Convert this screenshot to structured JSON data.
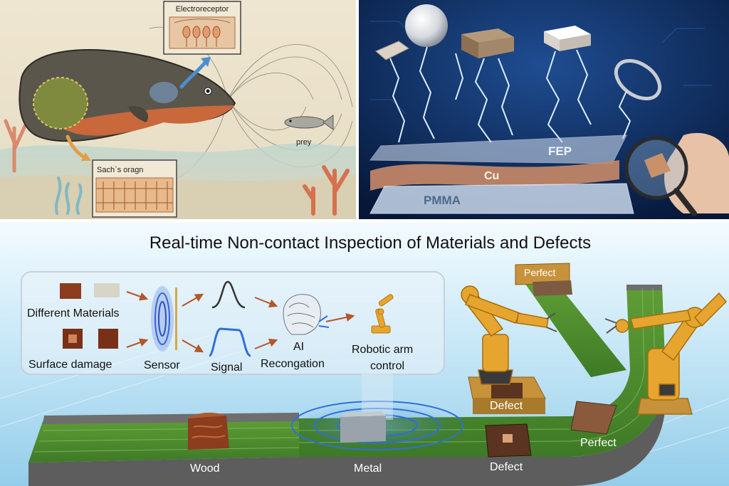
{
  "eel_panel": {
    "electroreceptor_label": "Electroreceptor",
    "prey_label": "prey",
    "organ_label": "Sach`s oragn"
  },
  "teng_panel": {
    "layer_top": "FEP",
    "layer_middle": "Cu",
    "layer_bottom": "PMMA"
  },
  "factory_panel": {
    "title": "Real-time Non-contact Inspection of Materials and Defects",
    "flow": {
      "materials_label": "Different Materials",
      "damage_label": "Surface damage",
      "sensor_label": "Sensor",
      "signal_label": "Signal",
      "ai_label_1": "AI",
      "ai_label_2": "Recongation",
      "robot_label_1": "Robotic arm",
      "robot_label_2": "control"
    },
    "conveyor": {
      "wood_label": "Wood",
      "metal_label": "Metal",
      "defect_lower_label": "Defect",
      "defect_upper_label": "Defect",
      "perfect_right_label": "Perfect",
      "perfect_top_label": "Perfect"
    }
  },
  "colors": {
    "eel_bg": "#ece3cd",
    "eel_body": "#5a564c",
    "eel_belly": "#c9683a",
    "teng_bg": "#0d2a5c",
    "lightning": "#cfe8ff",
    "cu_layer": "#c98a68",
    "factory_sky": "#bfe3f5",
    "belt_green": "#4e8a2e",
    "belt_rail": "#5d5d5d",
    "robot_orange": "#e6a52e",
    "signal_blue": "#2f6fd8"
  }
}
